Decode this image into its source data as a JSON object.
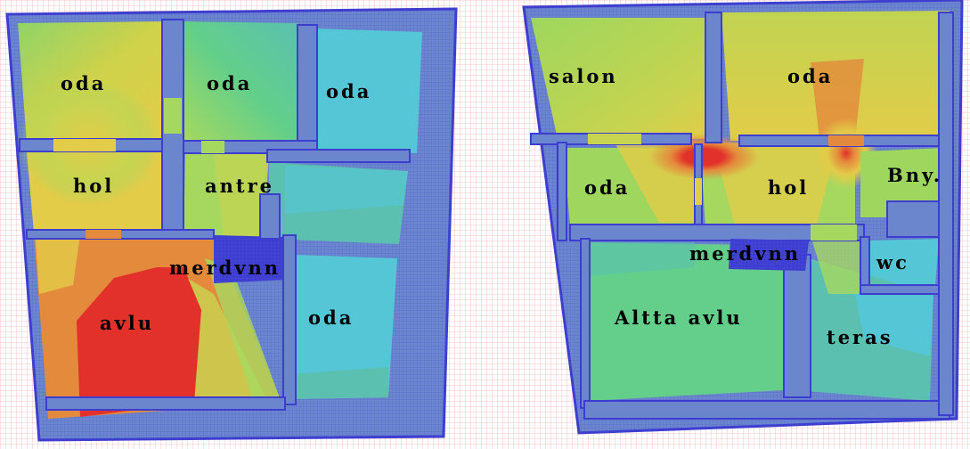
{
  "colors": {
    "grid": "#f2b8b8",
    "wall": "#6b86cc",
    "wall_edge": "#3d3dd0",
    "cyan": "#55c6d6",
    "teal": "#5cc0b0",
    "green": "#63cf8a",
    "yellowgreen": "#a6d860",
    "yellow": "#e2cc48",
    "orange": "#e48a3c",
    "red": "#e2302a"
  },
  "plans": [
    {
      "name": "plan-1",
      "labels": [
        {
          "key": "oda_nw",
          "text": "oda"
        },
        {
          "key": "oda_n",
          "text": "oda"
        },
        {
          "key": "oda_ne",
          "text": "oda"
        },
        {
          "key": "hol",
          "text": "hol"
        },
        {
          "key": "antre",
          "text": "antre"
        },
        {
          "key": "merdvnn",
          "text": "merdvnn"
        },
        {
          "key": "avlu",
          "text": "avlu"
        },
        {
          "key": "oda_se",
          "text": "oda"
        }
      ]
    },
    {
      "name": "plan-2",
      "labels": [
        {
          "key": "salon",
          "text": "salon"
        },
        {
          "key": "oda_n",
          "text": "oda"
        },
        {
          "key": "oda_w",
          "text": "oda"
        },
        {
          "key": "hol",
          "text": "hol"
        },
        {
          "key": "bny",
          "text": "Bny."
        },
        {
          "key": "merdvnn",
          "text": "merdvnn"
        },
        {
          "key": "wc",
          "text": "wc"
        },
        {
          "key": "altta_avlu",
          "text": "Altta avlu"
        },
        {
          "key": "teras",
          "text": "teras"
        }
      ]
    }
  ]
}
